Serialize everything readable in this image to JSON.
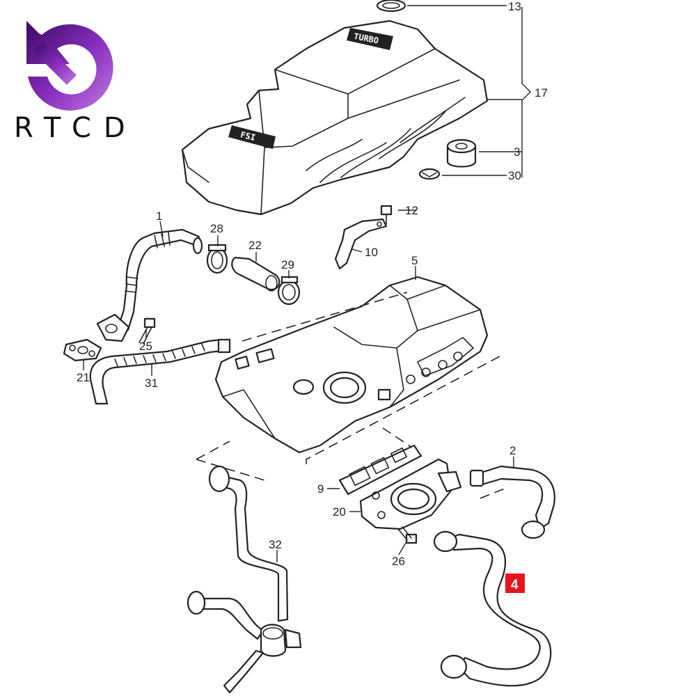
{
  "logo": {
    "letters": "RTCD",
    "colors": {
      "gradient_start": "#3b0b63",
      "gradient_mid": "#8a2fc0",
      "gradient_end": "#c07be0"
    }
  },
  "engine_cover": {
    "plates": [
      "TURBO",
      "FSI"
    ]
  },
  "callouts": [
    {
      "id": "13",
      "label": "13"
    },
    {
      "id": "17",
      "label": "17"
    },
    {
      "id": "3",
      "label": "3"
    },
    {
      "id": "30",
      "label": "30"
    },
    {
      "id": "12",
      "label": "12"
    },
    {
      "id": "10",
      "label": "10"
    },
    {
      "id": "1",
      "label": "1"
    },
    {
      "id": "28",
      "label": "28"
    },
    {
      "id": "22",
      "label": "22"
    },
    {
      "id": "29",
      "label": "29"
    },
    {
      "id": "5",
      "label": "5"
    },
    {
      "id": "25",
      "label": "25"
    },
    {
      "id": "21",
      "label": "21"
    },
    {
      "id": "31",
      "label": "31"
    },
    {
      "id": "2",
      "label": "2"
    },
    {
      "id": "9",
      "label": "9"
    },
    {
      "id": "20",
      "label": "20"
    },
    {
      "id": "26",
      "label": "26"
    },
    {
      "id": "32",
      "label": "32"
    }
  ],
  "highlight": {
    "label": "4",
    "color": "#e8141c"
  }
}
